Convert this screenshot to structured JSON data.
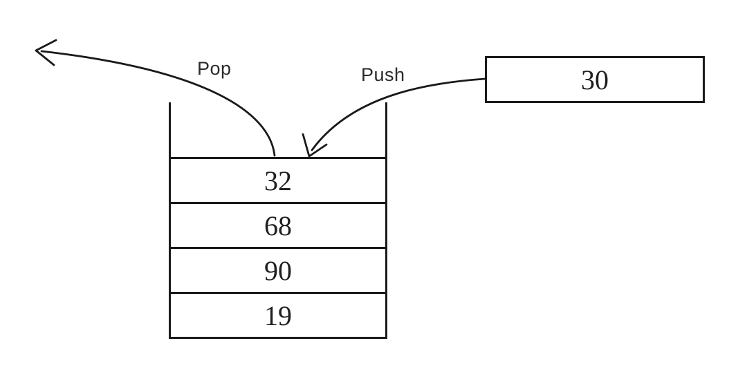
{
  "labels": {
    "pop": "Pop",
    "push": "Push"
  },
  "incoming": {
    "value": "30"
  },
  "stack": {
    "cells": [
      "32",
      "68",
      "90",
      "19"
    ]
  },
  "colors": {
    "stroke": "#1a1a1a",
    "background": "#ffffff",
    "text": "#1f1f1f"
  }
}
